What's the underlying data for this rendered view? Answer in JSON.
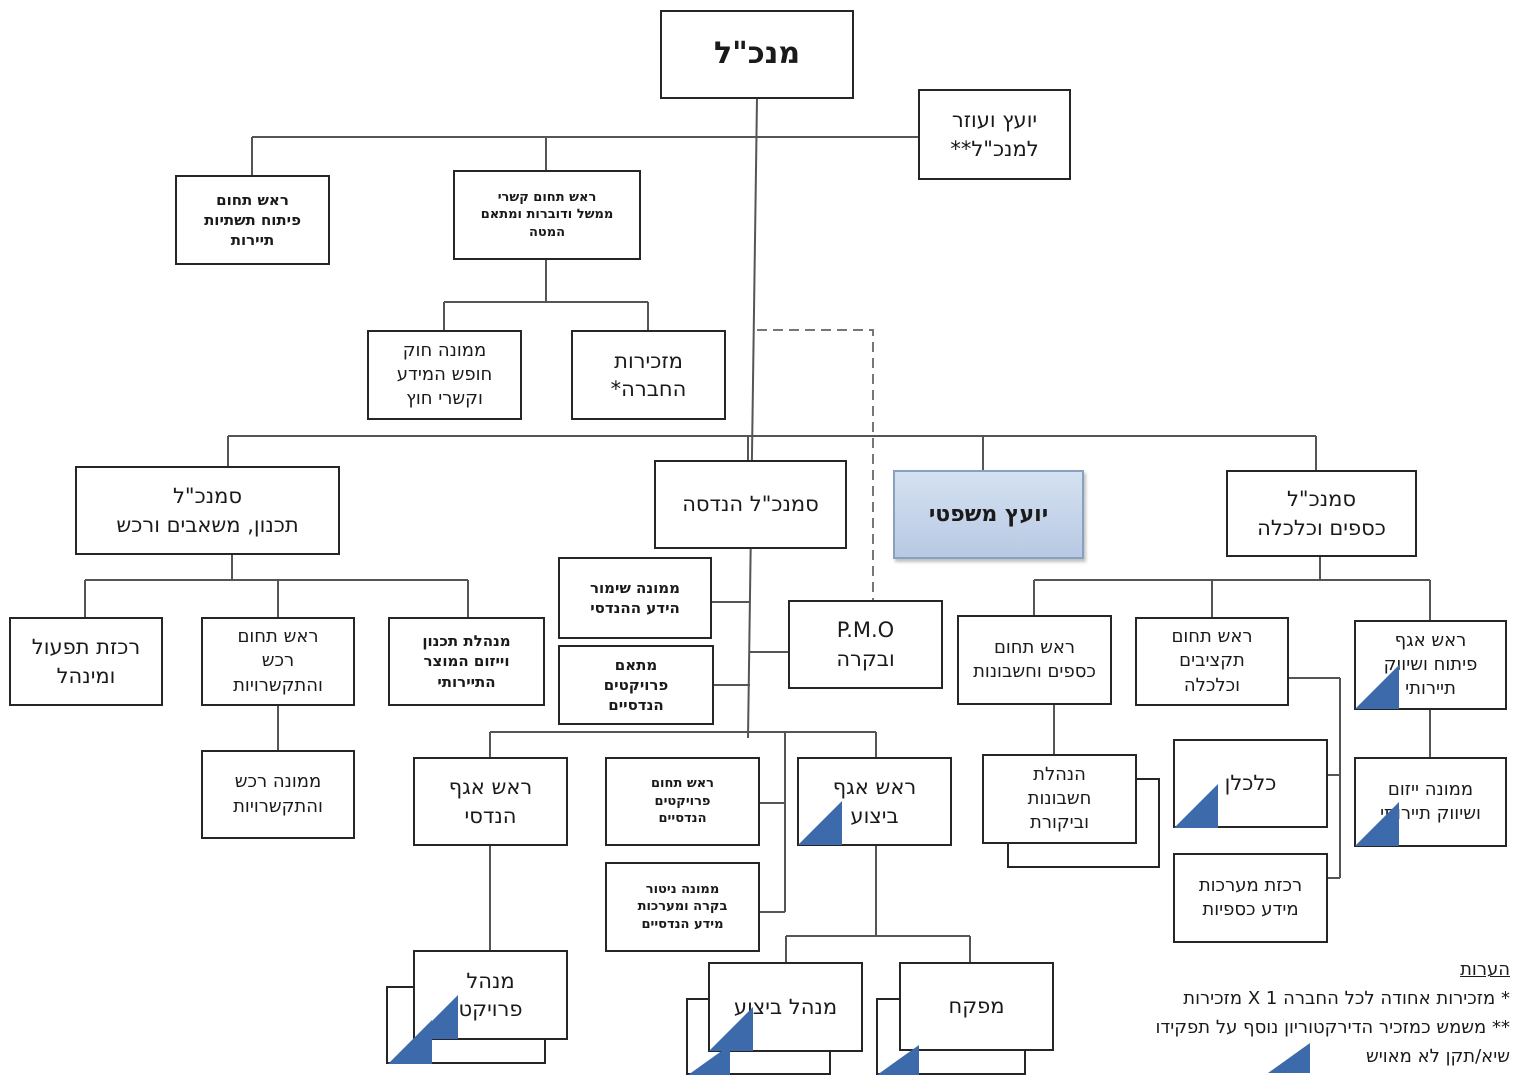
{
  "nodes": {
    "ceo": "מנכ\"ל",
    "advisor": "יועץ ועוזר\nלמנכ\"ל**",
    "infra_dev_head": "ראש תחום\nפיתוח תשתיות\nתיירות",
    "gov_relations_head": "ראש תחום קשרי\nממשל ודוברות ומתאם\nהמטה",
    "foia_officer": "ממונה חוק\nחופש המידע\nוקשרי חוץ",
    "secretary": "מזכירות\nהחברה*",
    "deputy_planning": "סמנכ\"ל\nתכנון, משאבים ורכש",
    "deputy_engineering": "סמנכ\"ל הנדסה",
    "legal_advisor": "יועץ משפטי",
    "deputy_finance": "סמנכ\"ל\nכספים וכלכלה",
    "ops_coordinator": "רכזת תפעול\nומינהל",
    "procurement_head": "ראש תחום\nרכש\nוהתקשרויות",
    "product_planning_mgr": "מנהלת תכנון\nוייזום המוצר\nהתיירותי",
    "procurement_officer": "ממונה רכש\nוהתקשרויות",
    "knowledge_officer": "ממונה שימור\nהידע ההנדסי",
    "projects_coordinator": "מתאם\nפרויקטים\nהנדסיים",
    "pmo": "P.M.O\nובקרה",
    "accounting_head": "ראש תחום\nכספים וחשבונות",
    "budget_head": "ראש תחום\nתקציבים\nוכלכלה",
    "tourism_division_head": "ראש אגף\nפיתוח ושיווק\nתיירותי",
    "accounting_mgmt": "הנהלת\nחשבונות\nוביקורת",
    "economist": "כלכלן",
    "tourism_marketing_officer": "ממונה ייזום\nושיווק תיירותי",
    "fin_systems_coordinator": "רכזת מערכות\nמידע כספיות",
    "engineering_division_head": "ראש אגף\nהנדסי",
    "eng_projects_head": "ראש תחום\nפרויקטים\nהנדסיים",
    "execution_division_head": "ראש אגף\nביצוע",
    "monitoring_officer": "ממונה ניטור\nבקרה ומערכות\nמידע הנדסיים",
    "project_manager": "מנהל\nפרויקט",
    "execution_manager": "מנהל ביצוע",
    "supervisor": "מפקח"
  },
  "notes": {
    "title": "הערות",
    "note1": "* מזכירות אחודה לכל החברה X 1 מזכירות",
    "note2": "** משמש כמזכיר הדירקטוריון נוסף על תפקידו",
    "vacant_legend": "שיא/תקן לא מאויש"
  },
  "colors": {
    "vacant_marker": "#3d6aaa",
    "highlight_fill": "#c6d6ec"
  }
}
